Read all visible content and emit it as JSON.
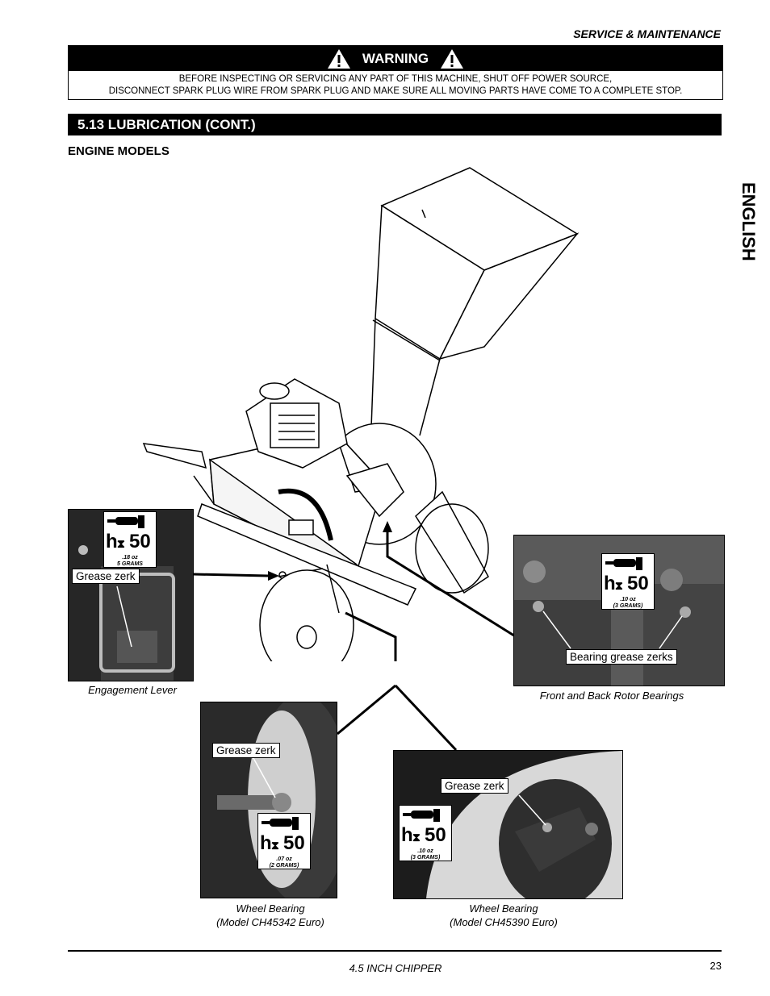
{
  "header": {
    "section": "SERVICE & MAINTENANCE"
  },
  "warning": {
    "title": "WARNING",
    "line1": "BEFORE INSPECTING OR SERVICING ANY PART OF THIS MACHINE, SHUT OFF POWER SOURCE,",
    "line2": "DISCONNECT SPARK PLUG WIRE FROM SPARK PLUG AND MAKE SURE ALL MOVING PARTS HAVE COME TO A COMPLETE STOP."
  },
  "section": {
    "title": "5.13  LUBRICATION (CONT.)",
    "subheading": "ENGINE MODELS"
  },
  "side_tab": "ENGLISH",
  "photos": {
    "engagement": {
      "caption": "Engagement  Lever",
      "callout": "Grease zerk",
      "amount": ".18 oz",
      "grams": "5 GRAMS",
      "interval": "50"
    },
    "rotor": {
      "caption": "Front and Back Rotor Bearings",
      "callout": "Bearing grease zerks",
      "amount": ".10 oz",
      "grams": "(3 GRAMS)",
      "interval": "50"
    },
    "wheel1": {
      "caption_line1": "Wheel Bearing",
      "caption_line2": "(Model CH45342 Euro)",
      "callout": "Grease zerk",
      "amount": ".07 oz",
      "grams": "(2 GRAMS)",
      "interval": "50"
    },
    "wheel2": {
      "caption_line1": "Wheel Bearing",
      "caption_line2": "(Model CH45390 Euro)",
      "callout": "Grease zerk",
      "amount": ".10 oz",
      "grams": "(3 GRAMS)",
      "interval": "50"
    }
  },
  "footer": {
    "title": "4.5 INCH CHIPPER",
    "page": "23"
  }
}
